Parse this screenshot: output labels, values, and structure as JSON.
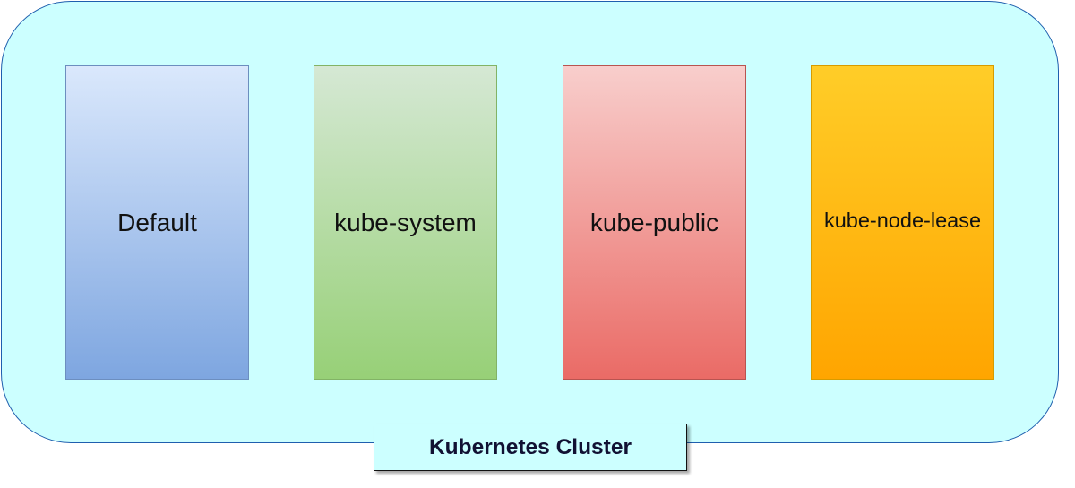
{
  "cluster": {
    "label": "Kubernetes Cluster",
    "fill_color": "#ccffff",
    "border_color": "#1f5fae"
  },
  "namespaces": [
    {
      "label": "Default",
      "gradient": [
        "#dae8fc",
        "#7ea6e0"
      ],
      "border": "#6c8ebf"
    },
    {
      "label": "kube-system",
      "gradient": [
        "#d5e8d4",
        "#97d077"
      ],
      "border": "#82b366"
    },
    {
      "label": "kube-public",
      "gradient": [
        "#f8cecc",
        "#ea6b66"
      ],
      "border": "#b85450"
    },
    {
      "label": "kube-node-lease",
      "gradient": [
        "#ffcd28",
        "#ffa500"
      ],
      "border": "#d79b00"
    }
  ]
}
